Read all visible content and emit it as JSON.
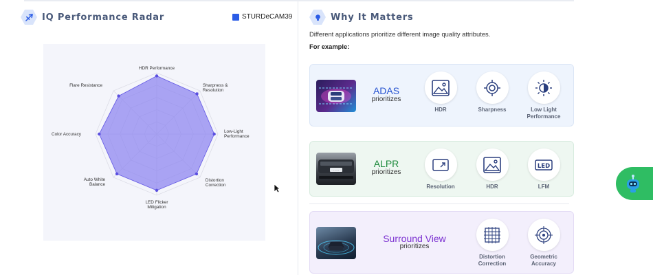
{
  "radar": {
    "title": "IQ Performance Radar",
    "icon": "radar-icon",
    "legend": "STURDeCAM39"
  },
  "chart_data": {
    "type": "radar",
    "axes": [
      "HDR Performance",
      "Sharpness & Resolution",
      "Low-Light Performance",
      "Distortion Correction",
      "LED Flicker Mitigation",
      "Auto White Balance",
      "Color Accuracy",
      "Flare Resistance"
    ],
    "series": [
      {
        "name": "STURDeCAM39",
        "values": [
          0.95,
          0.93,
          0.94,
          0.92,
          0.92,
          0.92,
          0.94,
          0.88
        ]
      }
    ],
    "rings": 5,
    "range": [
      0,
      1
    ],
    "colors": {
      "fill": "#8c84f0",
      "stroke": "#6a60e6",
      "grid": "#dcdde6"
    }
  },
  "why": {
    "title": "Why It Matters",
    "icon": "lightbulb-icon",
    "intro": "Different applications prioritize different image quality attributes.",
    "example": "For example:"
  },
  "apps": {
    "adas": {
      "name": "ADAS",
      "sub": "prioritizes",
      "color": "#2753d0",
      "attrs": [
        "HDR",
        "Sharpness",
        "Low Light Performance"
      ]
    },
    "alpr": {
      "name": "ALPR",
      "sub": "prioritizes",
      "color": "#1d8a3c",
      "attrs": [
        "Resolution",
        "HDR",
        "LFM"
      ],
      "lfm_icon_text": "LED"
    },
    "sv": {
      "name": "Surround View",
      "sub": "prioritizes",
      "color": "#7a2fd0",
      "attrs": [
        "Distortion Correction",
        "Geometric Accuracy"
      ]
    }
  }
}
